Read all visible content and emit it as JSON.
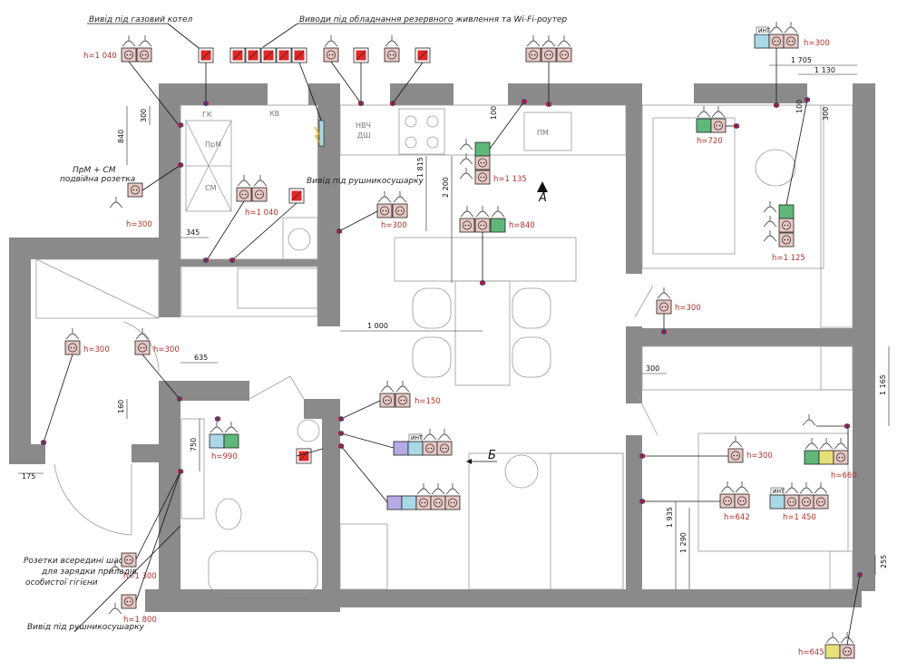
{
  "notes": {
    "gas_boiler": "Вивід під газовий котел",
    "backup_power": "Виводи під обладнання резервного живлення та Wi-Fi-роутер",
    "washer_double": "ПрМ + СМ",
    "washer_double_2": "подвійна розетка",
    "towel_dryer_1": "Вивід під рушникосушарку",
    "towel_dryer_2": "Вивід під рушникосушарку",
    "cabinet_1": "Розетки всередині шафи",
    "cabinet_2": "для зарядки приладів",
    "cabinet_3": "особистої гігієни"
  },
  "rooms": {
    "gk": "ГК",
    "kv": "КВ",
    "prm": "ПрМ",
    "sm": "СМ",
    "nvch": "НВЧ",
    "dsh": "ДШ",
    "pm": "ПМ"
  },
  "views": {
    "a": "А",
    "b": "Б"
  },
  "int_label": "ИНТ",
  "heights": {
    "h1040a": "h=1 040",
    "h300a": "h=300",
    "h1040b": "h=1 040",
    "h300b": "h=300",
    "h1135": "h=1 135",
    "h840": "h=840",
    "h300c": "h=300",
    "h720": "h=720",
    "h1125": "h=1 125",
    "h300d": "h=300",
    "h300e": "h=300",
    "h300f": "h=300",
    "h150": "h=150",
    "h990": "h=990",
    "h300g": "h=300",
    "h642": "h=642",
    "h1450": "h=1 450",
    "h660": "h=660",
    "h1300": "h=1 300",
    "h1800": "h=1 800",
    "h645": "h=645"
  },
  "dims": {
    "d1705": "1 705",
    "d1130": "1 130",
    "d300a": "300",
    "d840": "840",
    "d100a": "100",
    "d300b": "300",
    "d1815": "1 815",
    "d2200": "2 200",
    "d100b": "100",
    "d345": "345",
    "d1000": "1 000",
    "d635": "635",
    "d160": "160",
    "d750": "750",
    "d175": "175",
    "d300c": "300",
    "d1165": "1 165",
    "d1935": "1 935",
    "d1290": "1 290",
    "d255": "255"
  },
  "colors": {
    "wall": "#8a8a8a",
    "outlet": "#e8c8c4",
    "green": "#5fb87a",
    "blue": "#a9d8e6",
    "violet": "#b7a9e6",
    "yellow": "#e6e07a",
    "red": "#e32626",
    "mark": "#cc2222"
  }
}
